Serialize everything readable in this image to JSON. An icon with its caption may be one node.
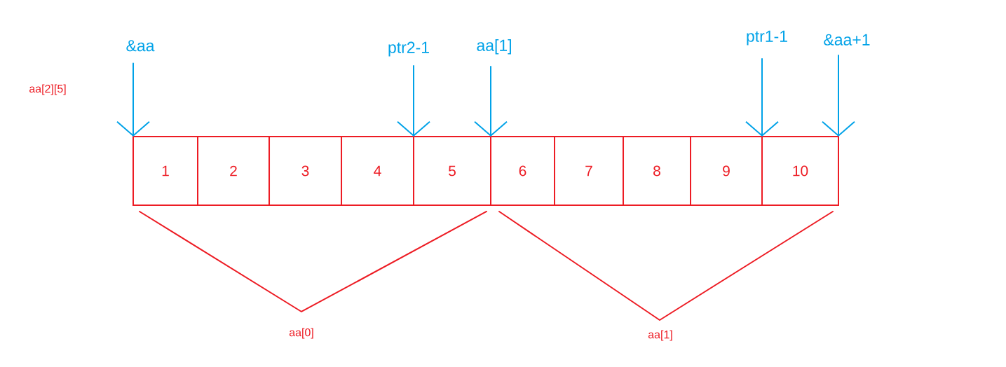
{
  "diagram": {
    "nodes": [
      {
        "text": [
          "&aa"
        ]
      },
      {
        "text": [
          "ptr2-1"
        ]
      },
      {
        "text": [
          "aa[1]"
        ]
      },
      {
        "text": [
          "ptr1-1"
        ]
      },
      {
        "text": [
          "&aa+1"
        ]
      },
      {
        "text": [
          "1"
        ]
      },
      {
        "text": [
          "2"
        ]
      },
      {
        "text": [
          "3"
        ]
      },
      {
        "text": [
          "4"
        ]
      },
      {
        "text": [
          "5"
        ]
      },
      {
        "text": [
          "6"
        ]
      },
      {
        "text": [
          "7"
        ]
      },
      {
        "text": [
          "8"
        ]
      },
      {
        "text": [
          "9"
        ]
      },
      {
        "text": [
          "10"
        ]
      }
    ],
    "edges": [
      {
        "from": 0,
        "to": 5,
        "arrow": "to"
      },
      {
        "from": 1,
        "to": 9,
        "arrow": "to"
      },
      {
        "from": 2,
        "to": 10,
        "arrow": "to"
      },
      {
        "from": 3,
        "to": 14,
        "arrow": "to"
      },
      {
        "from": 4,
        "to": 14,
        "arrow": "to"
      }
    ],
    "labels": [
      "aa[2][5]",
      "aa[0]",
      "aa[1]"
    ]
  }
}
